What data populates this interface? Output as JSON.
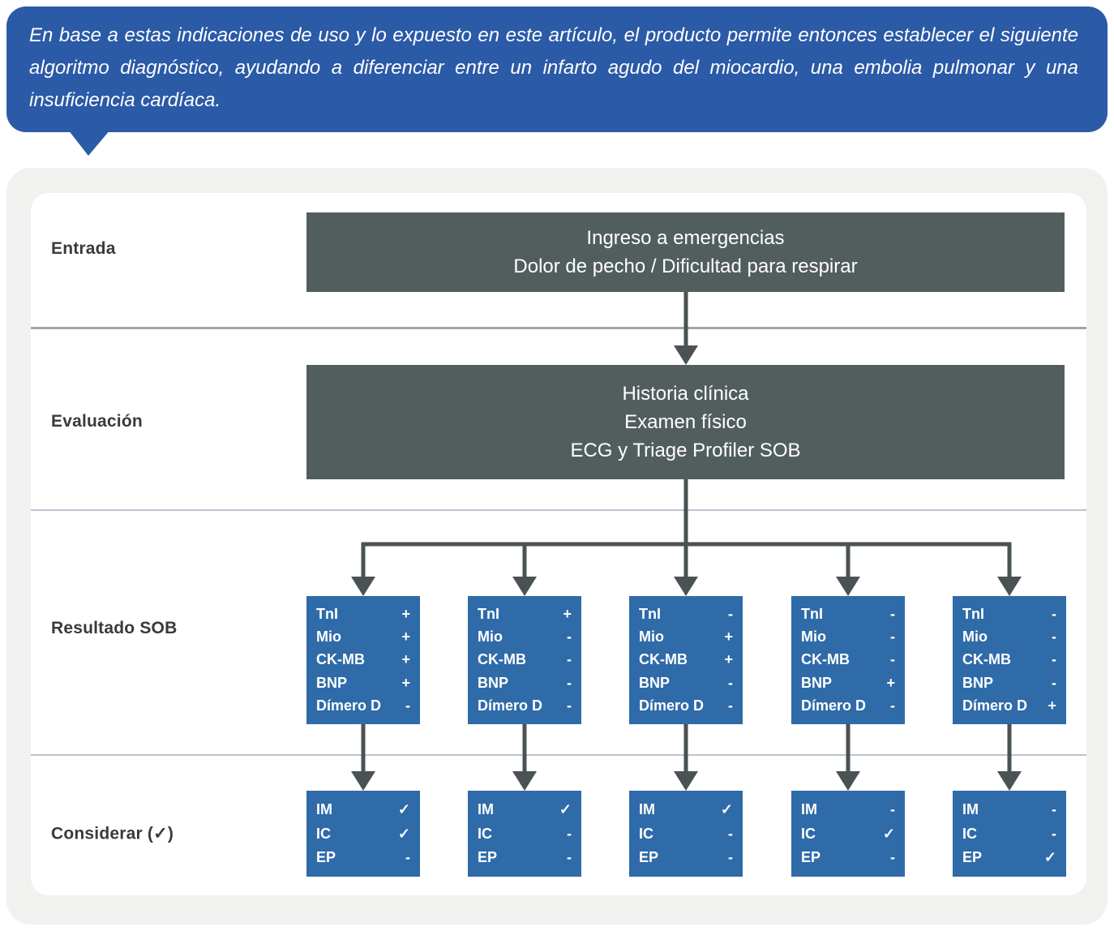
{
  "colors": {
    "bubble-blue": "#2b5aa7",
    "flow-blue": "#2f6ba8",
    "flow-slate": "#525e5d",
    "arrow-gray": "#4a5254",
    "panel-gray": "#f1f1ef",
    "label-dark": "#3a3a3a",
    "divider-gray": "#9fa5a8",
    "divider-light": "#bac3cf"
  },
  "callout": {
    "text": "En base a estas indicaciones de uso y lo expuesto en este artículo, el producto permite entonces establecer el siguiente algoritmo diagnóstico, ayudando a diferenciar entre un infarto agudo del miocardio, una embolia pulmonar y una insuficiencia cardíaca."
  },
  "rows": {
    "entrada": {
      "label": "Entrada"
    },
    "evaluacion": {
      "label": "Evaluación"
    },
    "resultado": {
      "label": "Resultado SOB"
    },
    "considerar": {
      "label": "Considerar (✓)"
    }
  },
  "entry_box": {
    "line1": "Ingreso a emergencias",
    "line2": "Dolor de pecho / Dificultad para respirar"
  },
  "evaluation_box": {
    "line1": "Historia clínica",
    "line2": "Examen físico",
    "line3": "ECG y Triage Profiler SOB"
  },
  "sob_markers": [
    "TnI",
    "Mio",
    "CK-MB",
    "BNP",
    "Dímero D"
  ],
  "sob_boxes": [
    {
      "values": [
        "+",
        "+",
        "+",
        "+",
        "-"
      ]
    },
    {
      "values": [
        "+",
        "-",
        "-",
        "-",
        "-"
      ]
    },
    {
      "values": [
        "-",
        "+",
        "+",
        "-",
        "-"
      ]
    },
    {
      "values": [
        "-",
        "-",
        "-",
        "+",
        "-"
      ]
    },
    {
      "values": [
        "-",
        "-",
        "-",
        "-",
        "+"
      ]
    }
  ],
  "consider_markers": [
    "IM",
    "IC",
    "EP"
  ],
  "consider_boxes": [
    {
      "values": [
        "✓",
        "✓",
        "-"
      ]
    },
    {
      "values": [
        "✓",
        "-",
        "-"
      ]
    },
    {
      "values": [
        "✓",
        "-",
        "-"
      ]
    },
    {
      "values": [
        "-",
        "✓",
        "-"
      ]
    },
    {
      "values": [
        "-",
        "-",
        "✓"
      ]
    }
  ]
}
